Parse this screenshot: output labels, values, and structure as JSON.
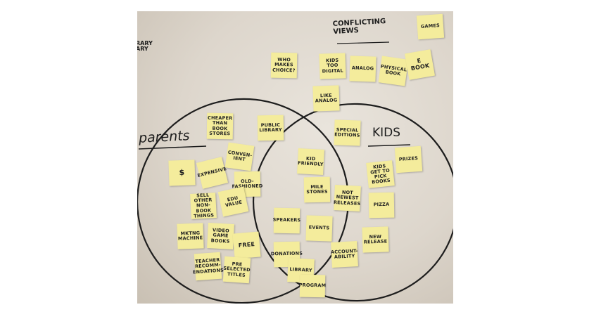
{
  "board": {
    "corner_text": "RARY\nARY",
    "conflicting_views": "CONFLICTING\nVIEWS",
    "parents_label": "parents",
    "kids_label": "KIDS"
  },
  "notes": [
    {
      "id": "games",
      "text": "GAMES"
    },
    {
      "id": "who-makes-choice",
      "text": "WHO\nMAKES\nCHOICE?"
    },
    {
      "id": "kids-too-digital",
      "text": "KIDS\nTOO\nDIGITAL"
    },
    {
      "id": "analog",
      "text": "ANALOG"
    },
    {
      "id": "physical-book",
      "text": "PHYSICAL\nBOOK"
    },
    {
      "id": "e-book",
      "text": "E\nBOOK"
    },
    {
      "id": "like-analog",
      "text": "LIKE\nANALOG"
    },
    {
      "id": "cheaper-than-book-store",
      "text": "CHEAPER\nTHAN\nBOOK\nSTORES"
    },
    {
      "id": "public-library",
      "text": "PUBLIC\nLIBRARY"
    },
    {
      "id": "special-editions",
      "text": "SPECIAL\nEDITIONS"
    },
    {
      "id": "dollar",
      "text": "$"
    },
    {
      "id": "expensive",
      "text": "EXPENSIVE"
    },
    {
      "id": "convenient",
      "text": "CONVEN-\nIENT"
    },
    {
      "id": "old-fashioned",
      "text": "OLD-\nFASHIONED"
    },
    {
      "id": "kid-friendly",
      "text": "KID\nFRIENDLY"
    },
    {
      "id": "prizes",
      "text": "PRIZES"
    },
    {
      "id": "kids-get-to-pick-books",
      "text": "KIDS\nGET TO\nPICK\nBOOKS"
    },
    {
      "id": "sell-other",
      "text": "SELL\nOTHER\nNON-BOOK\nTHINGS"
    },
    {
      "id": "edu-value",
      "text": "EDU\nVALUE"
    },
    {
      "id": "mile-stones",
      "text": "MILE\nSTONES"
    },
    {
      "id": "not-newest-releases",
      "text": "NOT\nNEWEST\nRELEASES"
    },
    {
      "id": "pizza",
      "text": "PIZZA"
    },
    {
      "id": "mktng-machine",
      "text": "MKTNG\nMACHINE"
    },
    {
      "id": "video-game-books",
      "text": "VIDEO\nGAME\nBOOKS"
    },
    {
      "id": "free",
      "text": "FREE"
    },
    {
      "id": "speakers",
      "text": "SPEAKERS"
    },
    {
      "id": "events",
      "text": "EVENTS"
    },
    {
      "id": "new-release",
      "text": "NEW\nRELEASE"
    },
    {
      "id": "teacher-recommendations",
      "text": "TEACHER\nRECOMM-\nENDATIONS"
    },
    {
      "id": "pre-selected-titles",
      "text": "PRE\nSELECTED\nTITLES"
    },
    {
      "id": "donations",
      "text": "DONATIONS"
    },
    {
      "id": "library",
      "text": "LIBRARY"
    },
    {
      "id": "accountability",
      "text": "ACCOUNT-\nABILITY"
    },
    {
      "id": "program",
      "text": "PROGRAM"
    }
  ]
}
